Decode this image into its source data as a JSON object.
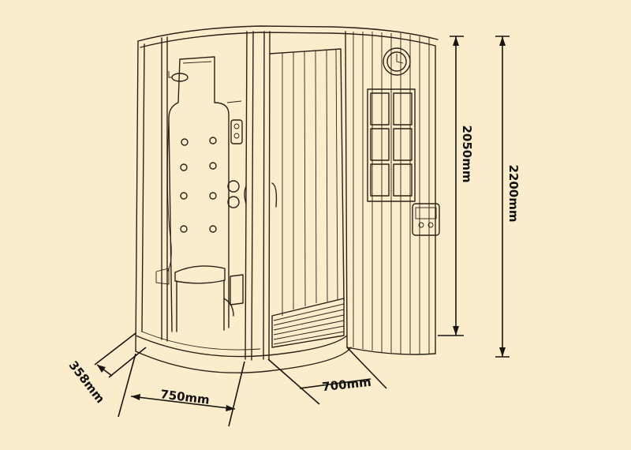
{
  "dimensions": {
    "total_height": "2200mm",
    "cabin_height": "2050mm",
    "depth_left": "358mm",
    "width_front": "750mm",
    "width_sauna": "700mm"
  },
  "colors": {
    "background": "#fbeccb",
    "line": "#2a2218"
  },
  "icons": [
    "clock-icon",
    "control-panel-icon",
    "shower-head-icon",
    "door-handle-icon"
  ]
}
